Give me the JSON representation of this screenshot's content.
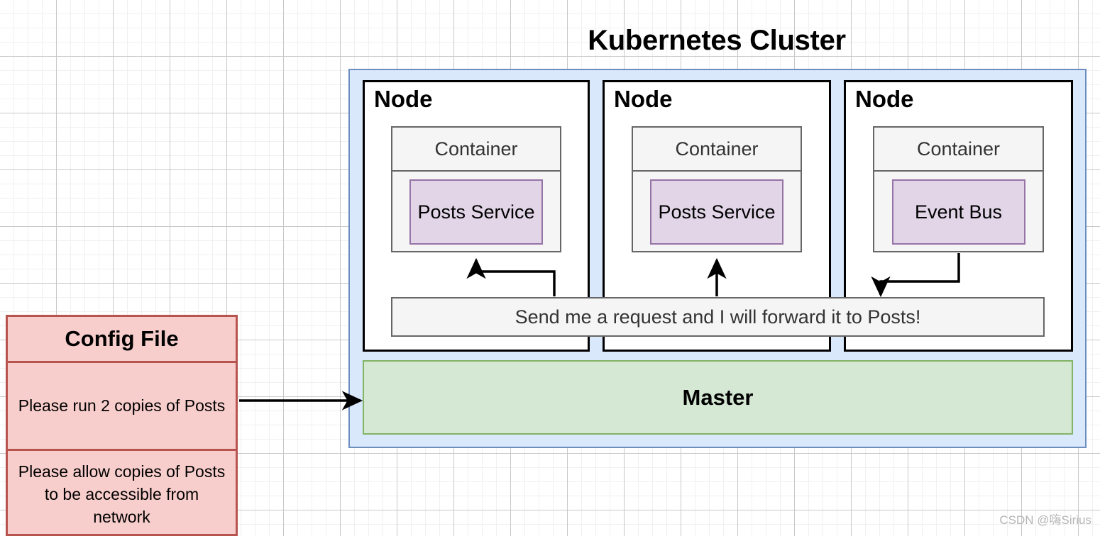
{
  "title": "Kubernetes Cluster",
  "cluster": {
    "nodes": [
      {
        "label": "Node",
        "container": {
          "header": "Container",
          "service": "Posts Service"
        }
      },
      {
        "label": "Node",
        "container": {
          "header": "Container",
          "service": "Posts Service"
        }
      },
      {
        "label": "Node",
        "container": {
          "header": "Container",
          "service": "Event Bus"
        }
      }
    ],
    "message_bar": "Send me a request and I will forward it to Posts!",
    "master": "Master"
  },
  "config_file": {
    "title": "Config File",
    "rows": [
      "Please run 2 copies of Posts",
      "Please allow copies of Posts to be accessible from network"
    ]
  },
  "watermark": "CSDN @嗨Sirius",
  "colors": {
    "cluster_fill": "#dae8fc",
    "cluster_border": "#6c8ebf",
    "node_border": "#000000",
    "container_fill": "#f5f5f5",
    "container_border": "#666666",
    "service_fill": "#e1d5e7",
    "service_border": "#9673a6",
    "master_fill": "#d5e8d4",
    "master_border": "#82b366",
    "config_fill": "#f8cecc",
    "config_border": "#b85450",
    "arrow": "#000000"
  }
}
